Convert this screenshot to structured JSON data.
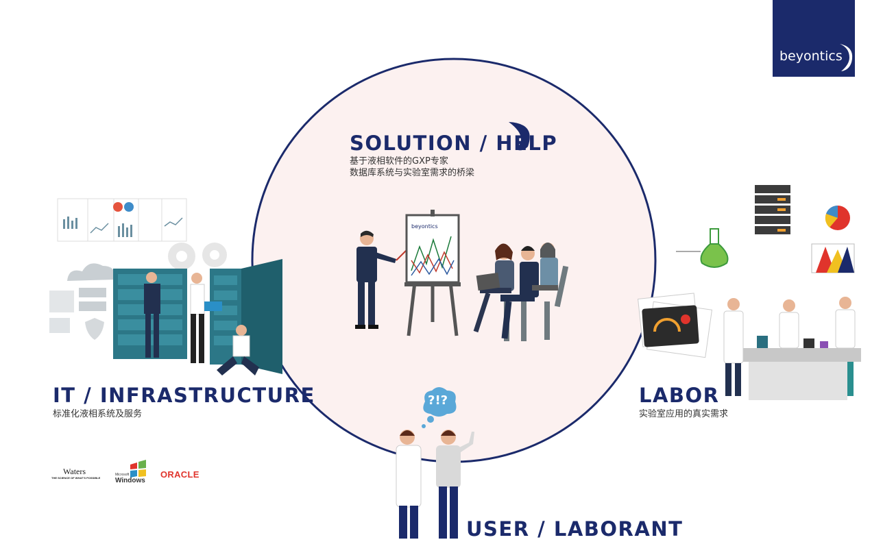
{
  "brand": {
    "name": "beyontics",
    "box_color": "#1b2a6b"
  },
  "colors": {
    "heading": "#1b2a6b",
    "circle_fill": "#fcf1f0",
    "circle_stroke": "#1b2a6b",
    "accent_red": "#e0342c"
  },
  "solution": {
    "title": "SOLUTION / HELP",
    "line1": "基于液相软件的GXP专家",
    "line2": "数据库系统与实验室需求的桥梁"
  },
  "presentation": {
    "flipchart_brand": "beyontics"
  },
  "it": {
    "title": "IT / INFRASTRUCTURE",
    "subtitle": "标准化液相系统及服务"
  },
  "labor": {
    "title": "LABOR",
    "subtitle": "实验室应用的真实需求"
  },
  "user": {
    "title": "USER / LABORANT",
    "bubble": "?!?"
  },
  "partner_logos": {
    "waters": {
      "name": "Waters",
      "tagline": "THE SCIENCE OF WHAT'S POSSIBLE"
    },
    "windows": {
      "prefix": "Microsoft",
      "name": "Windows"
    },
    "oracle": {
      "name": "ORACLE"
    }
  }
}
